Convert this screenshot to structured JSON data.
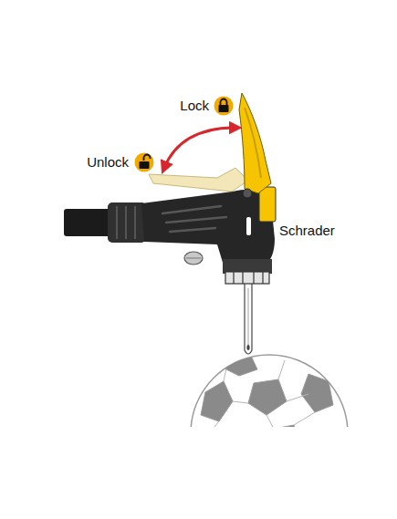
{
  "diagram": {
    "labels": [
      "Lock",
      "Unlock",
      "Schrader"
    ]
  }
}
